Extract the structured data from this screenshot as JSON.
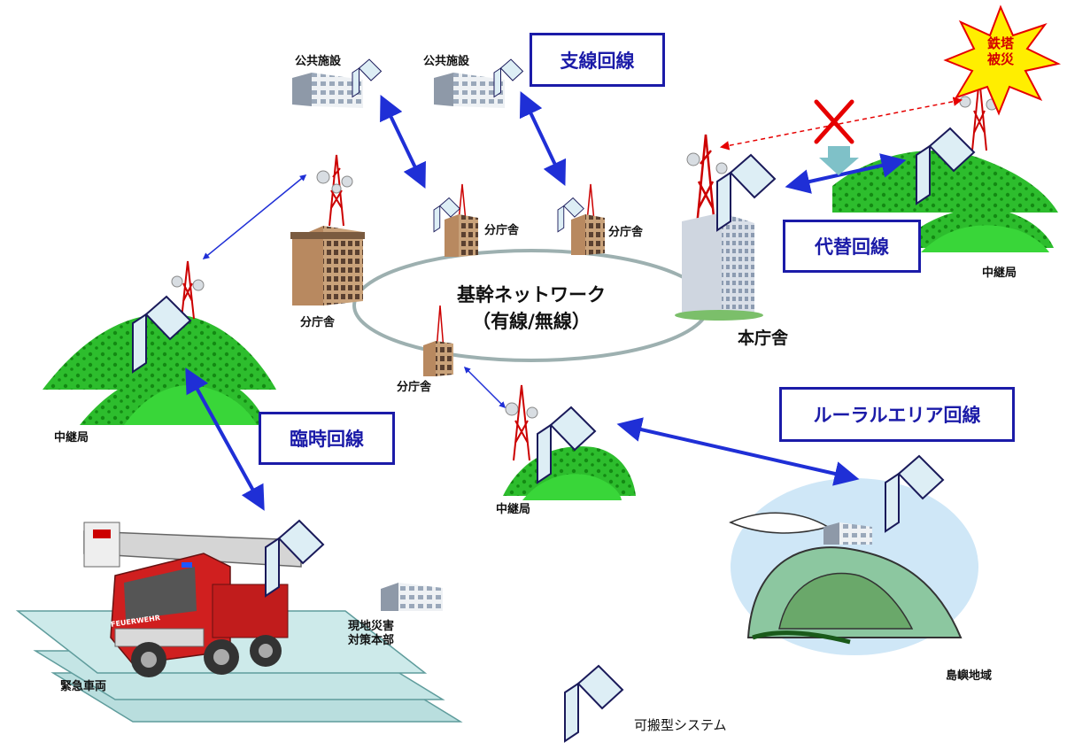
{
  "diagram": {
    "core_network": {
      "line1": "基幹ネットワーク",
      "line2": "（有線/無線）"
    },
    "labels": {
      "public_facility_left": "公共施設",
      "public_facility_right": "公共施設",
      "branch_office_a": "分庁舎",
      "branch_office_b": "分庁舎",
      "branch_office_west": "分庁舎",
      "branch_office_south": "分庁舎",
      "main_office": "本庁舎",
      "relay_east": "中継局",
      "relay_west": "中継局",
      "relay_south": "中継局",
      "field_hq_line1": "現地災害",
      "field_hq_line2": "対策本部",
      "emergency_vehicle": "緊急車両",
      "island_area": "島嶼地域"
    },
    "link_boxes": {
      "branch_line": "支線回線",
      "alternate_line": "代替回線",
      "temporary_line": "臨時回線",
      "rural_line": "ルーラルエリア回線"
    },
    "damage_burst": {
      "line1": "鉄塔",
      "line2": "被災"
    },
    "legend": {
      "portable_system": "可搬型システム"
    },
    "truck_text": "FEUERWEHR",
    "colors": {
      "link_arrow": "#1f2fd6",
      "box_border": "#1b1ba8",
      "hill_green": "#22c422",
      "damage_red": "#e60000",
      "burst_yellow": "#ffee00",
      "ellipse": "#9db0b0"
    }
  }
}
